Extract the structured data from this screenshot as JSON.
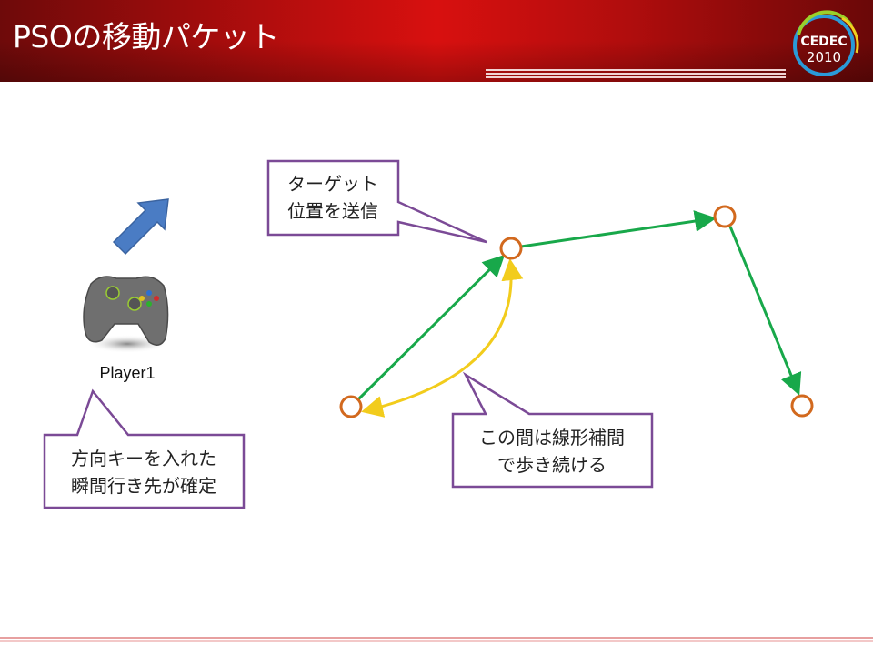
{
  "slide": {
    "title": "PSOの移動パケット"
  },
  "logo": {
    "name": "CEDEC",
    "year": "2010"
  },
  "player": {
    "label": "Player1"
  },
  "callouts": {
    "target": {
      "line1": "ターゲット",
      "line2": "位置を送信"
    },
    "interp": {
      "line1": "この間は線形補間",
      "line2": "で歩き続ける"
    },
    "direction": {
      "line1": "方向キーを入れた",
      "line2": "瞬間行き先が確定"
    }
  },
  "colors": {
    "path": "#18a84a",
    "node": "#d2691e",
    "interp": "#f2cc1c",
    "callout_border": "#7b4a96",
    "arrow": "#4a7cc4"
  }
}
